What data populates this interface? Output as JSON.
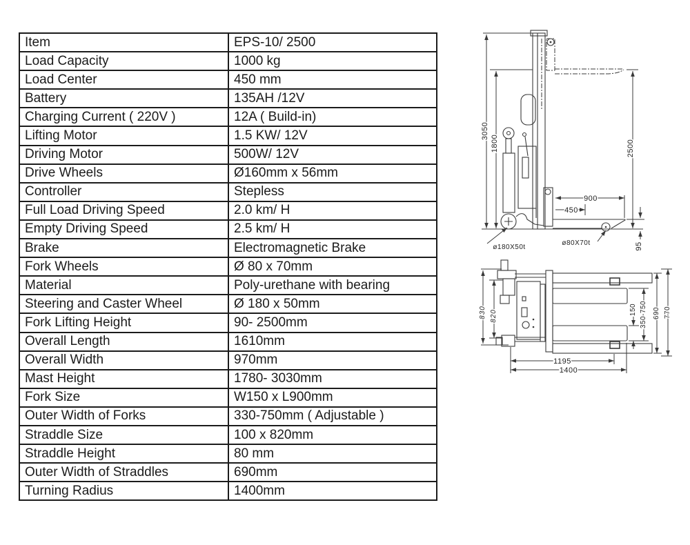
{
  "table": {
    "rows": [
      {
        "label": "Item",
        "value": "EPS-10/ 2500"
      },
      {
        "label": "Load Capacity",
        "value": "1000 kg"
      },
      {
        "label": "Load Center",
        "value": "450 mm"
      },
      {
        "label": "Battery",
        "value": "135AH /12V"
      },
      {
        "label": "Charging Current ( 220V )",
        "value": "12A ( Build-in)"
      },
      {
        "label": "Lifting Motor",
        "value": "1.5 KW/ 12V"
      },
      {
        "label": "Driving Motor",
        "value": "500W/ 12V"
      },
      {
        "label": "Drive Wheels",
        "value": "Ø160mm x 56mm"
      },
      {
        "label": "Controller",
        "value": "Stepless"
      },
      {
        "label": "Full Load Driving Speed",
        "value": "2.0 km/ H"
      },
      {
        "label": "Empty Driving Speed",
        "value": "2.5 km/ H"
      },
      {
        "label": "Brake",
        "value": "Electromagnetic Brake"
      },
      {
        "label": "Fork Wheels",
        "value": "Ø 80 x 70mm"
      },
      {
        "label": "Material",
        "value": "Poly-urethane with bearing"
      },
      {
        "label": "Steering and Caster Wheel",
        "value": "Ø 180 x 50mm"
      },
      {
        "label": "Fork Lifting Height",
        "value": "90- 2500mm"
      },
      {
        "label": "Overall Length",
        "value": "1610mm"
      },
      {
        "label": "Overall Width",
        "value": "970mm"
      },
      {
        "label": "Mast Height",
        "value": "1780- 3030mm"
      },
      {
        "label": "Fork Size",
        "value": "W150 x L900mm"
      },
      {
        "label": "Outer Width of Forks",
        "value": "330-750mm ( Adjustable )"
      },
      {
        "label": "Straddle Size",
        "value": "100 x 820mm"
      },
      {
        "label": "Straddle Height",
        "value": "80 mm"
      },
      {
        "label": "Outer Width of Straddles",
        "value": "690mm"
      },
      {
        "label": "Turning Radius",
        "value": "1400mm"
      }
    ]
  },
  "side_view": {
    "dims": {
      "mast_max": "3050",
      "mast_min": "1800",
      "lift_height": "2500",
      "fork_length": "900",
      "load_center": "450",
      "lowered_height": "95",
      "steering_wheel": "ø180X50t",
      "fork_wheel": "ø80X70t"
    }
  },
  "top_view": {
    "dims": {
      "straddle_outer_len": "830",
      "straddle_len": "820",
      "fork_width": "150",
      "fork_adjust": "350-750",
      "straddle_outer_width": "690",
      "overall_width": "770",
      "wheelbase": "1195",
      "turning_radius": "1400"
    }
  }
}
